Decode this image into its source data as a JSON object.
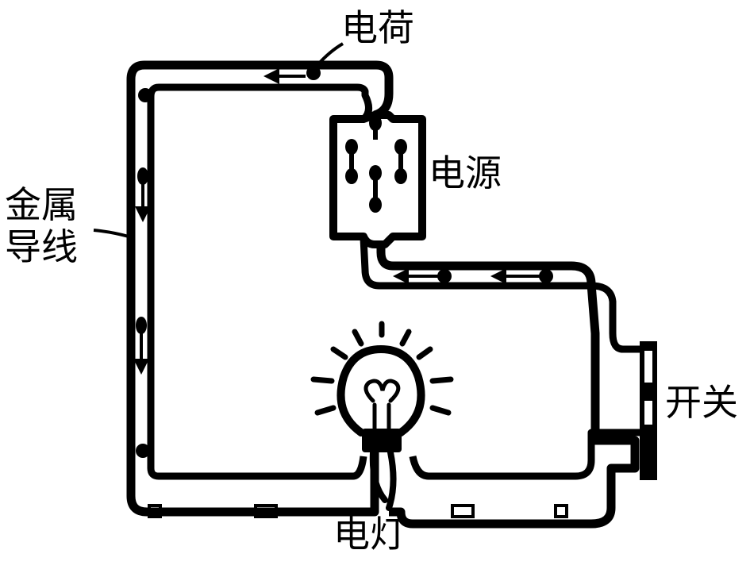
{
  "labels": {
    "charge": "电荷",
    "source": "电源",
    "wire_line1": "金属",
    "wire_line2": "导线",
    "switch": "开关",
    "lamp": "电灯"
  },
  "colors": {
    "ink": "#000000",
    "paper": "#ffffff"
  }
}
